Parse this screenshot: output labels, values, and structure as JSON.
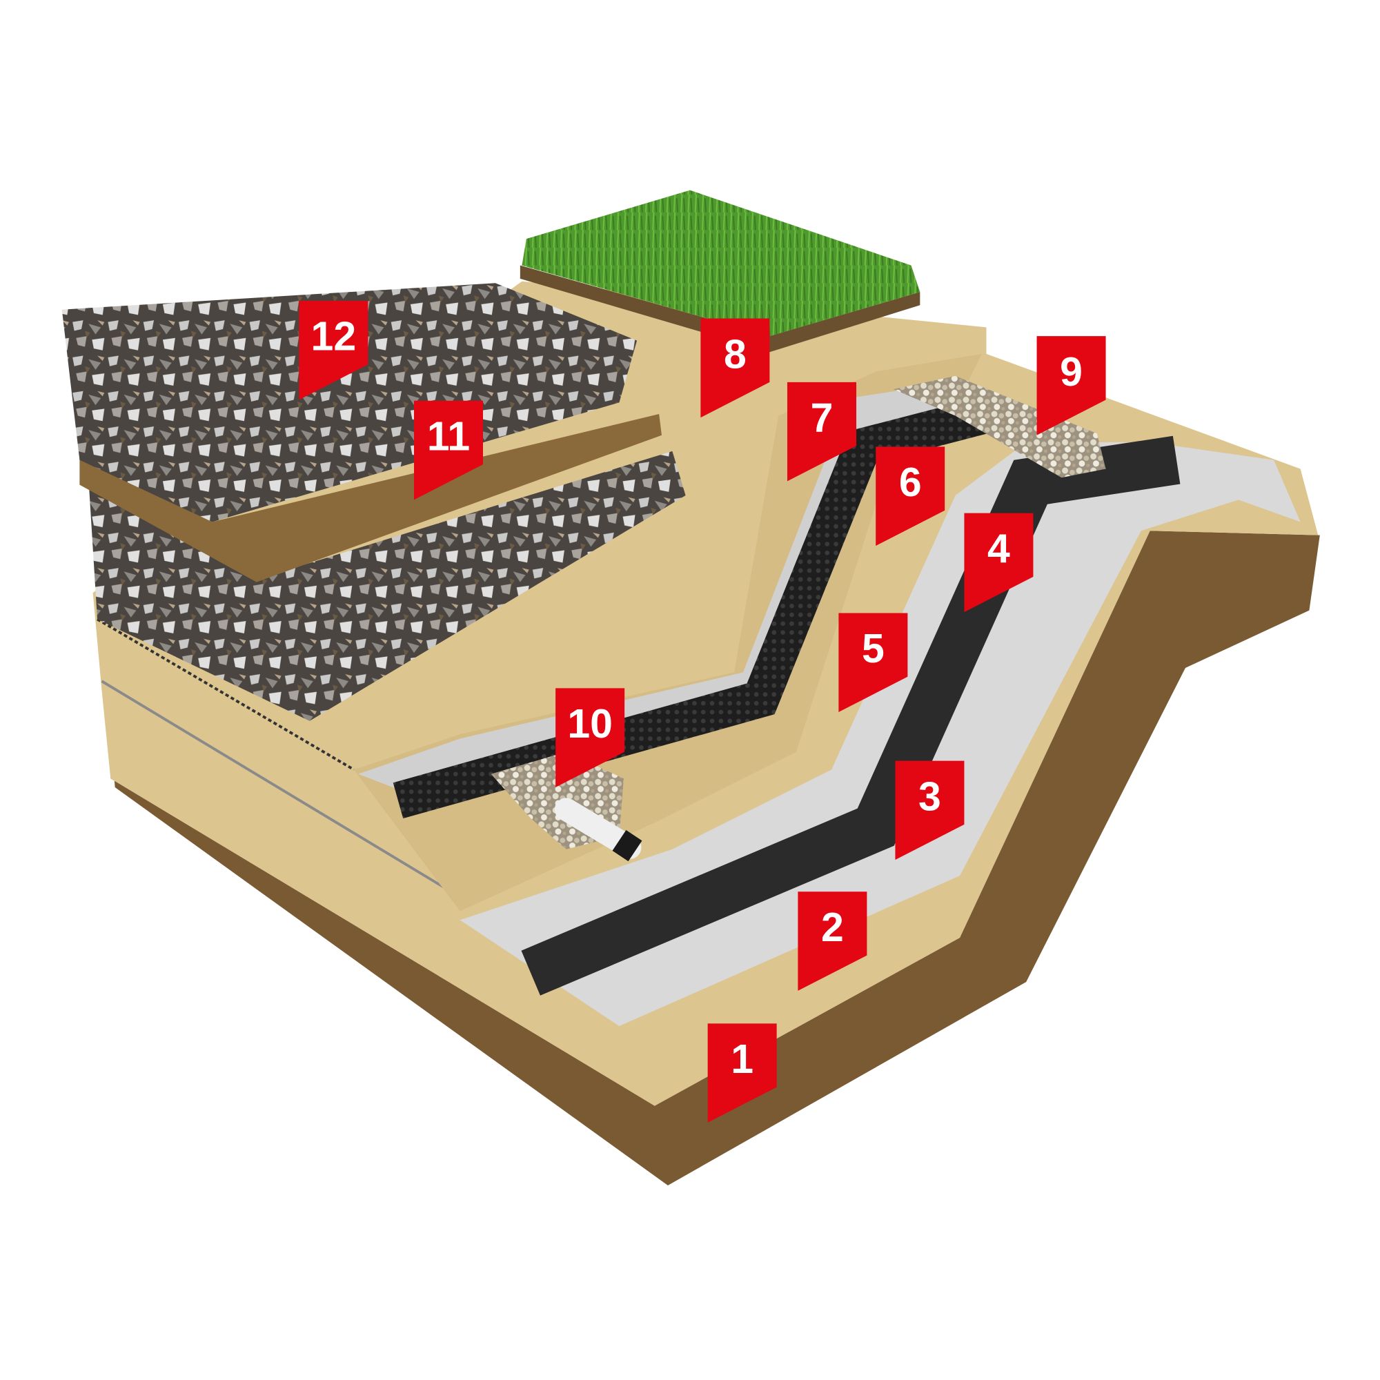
{
  "diagram": {
    "markers": [
      {
        "id": "1",
        "text": "1"
      },
      {
        "id": "2",
        "text": "2"
      },
      {
        "id": "3",
        "text": "3"
      },
      {
        "id": "4",
        "text": "4"
      },
      {
        "id": "5",
        "text": "5"
      },
      {
        "id": "6",
        "text": "6"
      },
      {
        "id": "7",
        "text": "7"
      },
      {
        "id": "8",
        "text": "8"
      },
      {
        "id": "9",
        "text": "9"
      },
      {
        "id": "10",
        "text": "10"
      },
      {
        "id": "11",
        "text": "11"
      },
      {
        "id": "12",
        "text": "12"
      }
    ],
    "colors": {
      "marker": "#e30613",
      "sand": "#dcc58f",
      "soil": "#7a5a33",
      "membrane_grey": "#d9d9d9",
      "membrane_black": "#2b2b2b",
      "grass": "#4f9a2e",
      "wood": "#8a6a3a"
    }
  }
}
